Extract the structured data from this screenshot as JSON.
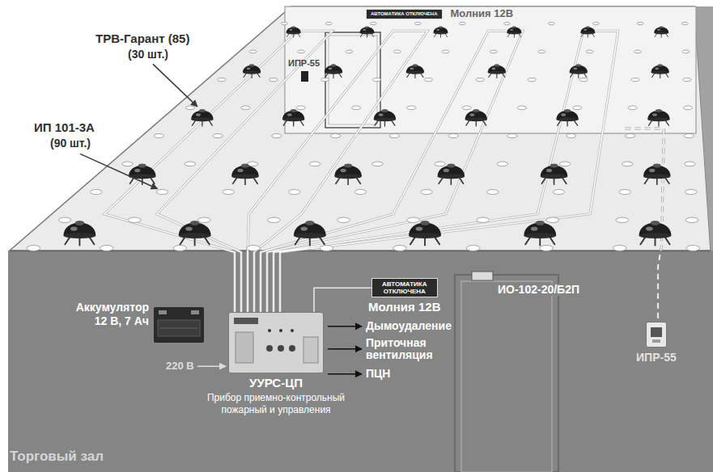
{
  "diagram": {
    "nodes": [
      {
        "text": [
          "АВТОМАТИКА ОТКЛЮЧЕНА",
          "Молния 12В"
        ]
      },
      {
        "text": [
          "Аккумулятор 12 В, 7 Ач"
        ]
      },
      {
        "text": [
          "УУРС-ЦП",
          "Прибор приемно-контрольный пожарный и управления"
        ]
      },
      {
        "text": [
          "АВТОМАТИКА ОТКЛЮЧЕНА",
          "Молния 12В"
        ]
      },
      {
        "text": [
          "ИПР-55"
        ]
      }
    ],
    "edges": [
      {
        "from": 2,
        "to": 3,
        "arrow": "none"
      }
    ],
    "labels": [
      "ТРВ-Гарант (85)",
      "(30 шт.)",
      "ИП 101-3А",
      "(90 шт.)",
      "ИПР-55",
      "220 В",
      "Дымоудаление",
      "Приточная вентиляция",
      "ПЦН",
      "ИО-102-20/Б2П",
      "Торговый зал"
    ]
  }
}
